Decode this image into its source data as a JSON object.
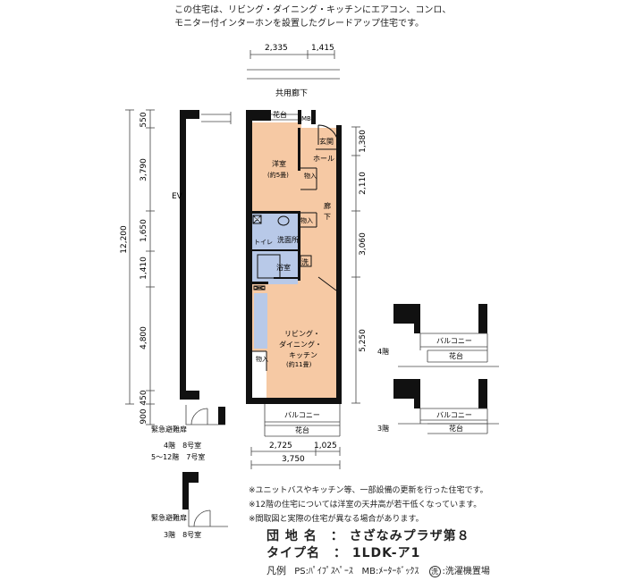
{
  "intro": {
    "line1": "この住宅は、リビング・ダイニング・キッチンにエアコン、コンロ、",
    "line2": "モニター付インターホンを設置したグレードアップ住宅です。"
  },
  "plan": {
    "top_dims": [
      "2,335",
      "1,415"
    ],
    "corridor": "共用廊下",
    "elevator": "EV",
    "left_dims": [
      "550",
      "3,790",
      "1,650",
      "1,410",
      "4,800",
      "450",
      "900"
    ],
    "total_left": "12,200",
    "right_dims": [
      "1,380",
      "2,110",
      "3,060",
      "5,250"
    ],
    "bottom_dims": [
      "2,725",
      "1,025"
    ],
    "bottom_total": "3,750",
    "rooms": {
      "flower_top": "花台",
      "mb": "MB",
      "genkan": "玄関",
      "hall": "ホール",
      "western": "洋室",
      "western_size": "(約5畳)",
      "storage": "物入",
      "corridor_v1": "廊",
      "corridor_v2": "下",
      "storage2": "物入",
      "ps": "PS",
      "toilet": "トイレ",
      "washroom": "洗面所",
      "bath": "浴室",
      "washer": "洗",
      "ldk1": "リビング・",
      "ldk2": "ダイニング・",
      "ldk3": "キッチン",
      "ldk_size": "(約11畳)",
      "storage3": "物入",
      "balcony": "バルコニー",
      "flower_bottom": "花台"
    },
    "exit1": "緊急避難扉",
    "floor_label_a": "4階　8号室",
    "floor_label_b": "5～12階　7号室",
    "exit2": "緊急避難扉",
    "floor_label_c": "3階　8号室"
  },
  "sections": {
    "balcony_a": "バルコニー",
    "flower_a": "花台",
    "floor_a": "4階",
    "balcony_b": "バルコニー",
    "flower_b": "花台",
    "floor_b": "3階"
  },
  "notes": [
    "※ユニットバスやキッチン等、一部設備の更新を行った住宅です。",
    "※12階の住宅については洋室の天井高が若干低くなっています。",
    "※間取図と実際の住宅が異なる場合があります。"
  ],
  "estate": {
    "name_label": "団 地 名　：",
    "name_value": "さざなみプラザ第８",
    "type_label": "タイプ名　：",
    "type_value": "1LDK-ア1"
  },
  "legend": {
    "label": "凡例",
    "ps": "PS:ﾊﾟｲﾌﾟｽﾍﾟｰｽ",
    "mb": "MB:ﾒｰﾀｰﾎﾞｯｸｽ",
    "washer_mark": "洗",
    "washer": ":洗濯機置場"
  },
  "colors": {
    "room_fill": "#f6c9a4",
    "wet_fill": "#b8c9e8",
    "wall": "#111111"
  }
}
